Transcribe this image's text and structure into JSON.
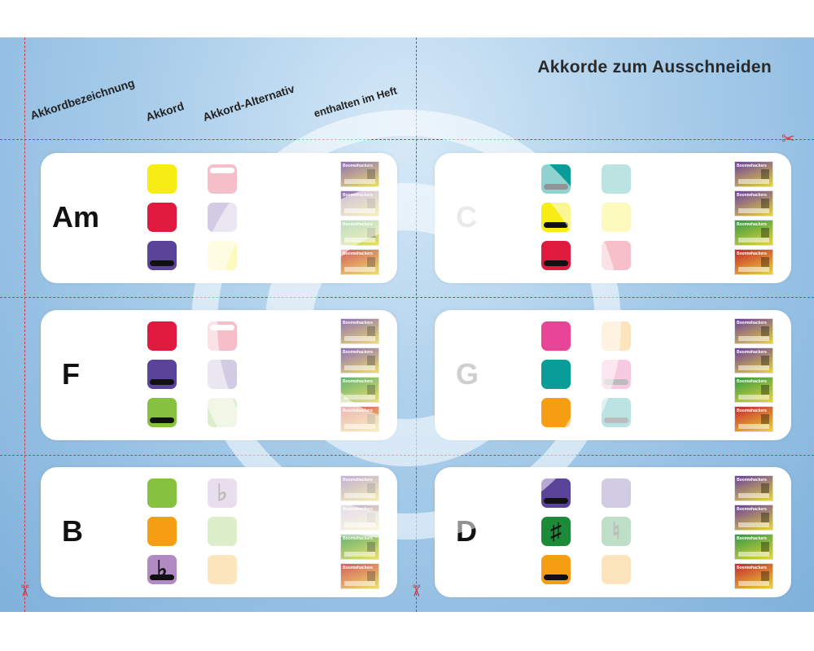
{
  "sheet_title": "Akkorde zum Ausschneiden",
  "headers": {
    "chord_name": "Akkordbezeichnung",
    "chord": "Akkord",
    "alternative": "Akkord-Alternativ",
    "included": "enthalten im Heft"
  },
  "colors": {
    "yellow": "#f7ec13",
    "red": "#e01a3f",
    "purple": "#5a449a",
    "green": "#86c13f",
    "orange": "#f59d13",
    "teal": "#0a9c98",
    "pink": "#e94597",
    "lilac": "#b18ac3",
    "darkgreen": "#1d8a3a",
    "cut_line": "#d0394a"
  },
  "chords": [
    {
      "name": "Am",
      "chord": [
        {
          "color": "yellow"
        },
        {
          "color": "red"
        },
        {
          "color": "purple",
          "mark": "bar-bottom"
        }
      ],
      "alternative": [
        {
          "color": "red",
          "mark": "bar-top"
        },
        {
          "color": "purple"
        },
        {
          "color": "yellow"
        }
      ],
      "booklets": [
        "purple",
        "purple",
        "green",
        "red"
      ]
    },
    {
      "name": "C",
      "chord": [
        {
          "color": "teal",
          "mark": "bar-bottom"
        },
        {
          "color": "yellow",
          "mark": "bar-bottom"
        },
        {
          "color": "red",
          "mark": "bar-bottom"
        }
      ],
      "alternative": [
        {
          "color": "teal"
        },
        {
          "color": "yellow"
        },
        {
          "color": "red"
        }
      ],
      "booklets": [
        "purple",
        "purple",
        "green",
        "red"
      ]
    },
    {
      "name": "F",
      "chord": [
        {
          "color": "red"
        },
        {
          "color": "purple",
          "mark": "bar-bottom"
        },
        {
          "color": "green",
          "mark": "bar-bottom"
        }
      ],
      "alternative": [
        {
          "color": "red",
          "mark": "bar-top"
        },
        {
          "color": "purple"
        },
        {
          "color": "green"
        }
      ],
      "booklets": [
        "purple",
        "purple",
        "green",
        "red"
      ]
    },
    {
      "name": "G",
      "chord": [
        {
          "color": "pink"
        },
        {
          "color": "teal"
        },
        {
          "color": "orange"
        }
      ],
      "alternative": [
        {
          "color": "orange"
        },
        {
          "color": "pink",
          "mark": "bar-bottom"
        },
        {
          "color": "teal",
          "mark": "bar-bottom"
        }
      ],
      "booklets": [
        "purple",
        "purple",
        "green",
        "red"
      ]
    },
    {
      "name": "B",
      "chord": [
        {
          "color": "green"
        },
        {
          "color": "orange"
        },
        {
          "color": "lilac",
          "mark": "flat-bar"
        }
      ],
      "alternative": [
        {
          "color": "lilac",
          "mark": "flat"
        },
        {
          "color": "green"
        },
        {
          "color": "orange"
        }
      ],
      "booklets": [
        "purple",
        "purple",
        "green",
        "red"
      ]
    },
    {
      "name": "D",
      "chord": [
        {
          "color": "purple",
          "mark": "bar-bottom"
        },
        {
          "color": "darkgreen",
          "mark": "sharp"
        },
        {
          "color": "orange",
          "mark": "bar-bottom"
        }
      ],
      "alternative": [
        {
          "color": "purple"
        },
        {
          "color": "darkgreen",
          "mark": "natural"
        },
        {
          "color": "orange"
        }
      ],
      "booklets": [
        "purple",
        "purple",
        "green",
        "red"
      ]
    }
  ],
  "booklet_label": "Boomwhackers",
  "booklet_colors": {
    "purple": "#6a3fa0",
    "green": "#2f9a45",
    "red": "#c8262c"
  },
  "marks": {
    "flat": "♭",
    "sharp": "♯",
    "natural": "♮"
  },
  "icons": {
    "scissors": "scissors-icon",
    "watermark": "copyright-watermark"
  }
}
